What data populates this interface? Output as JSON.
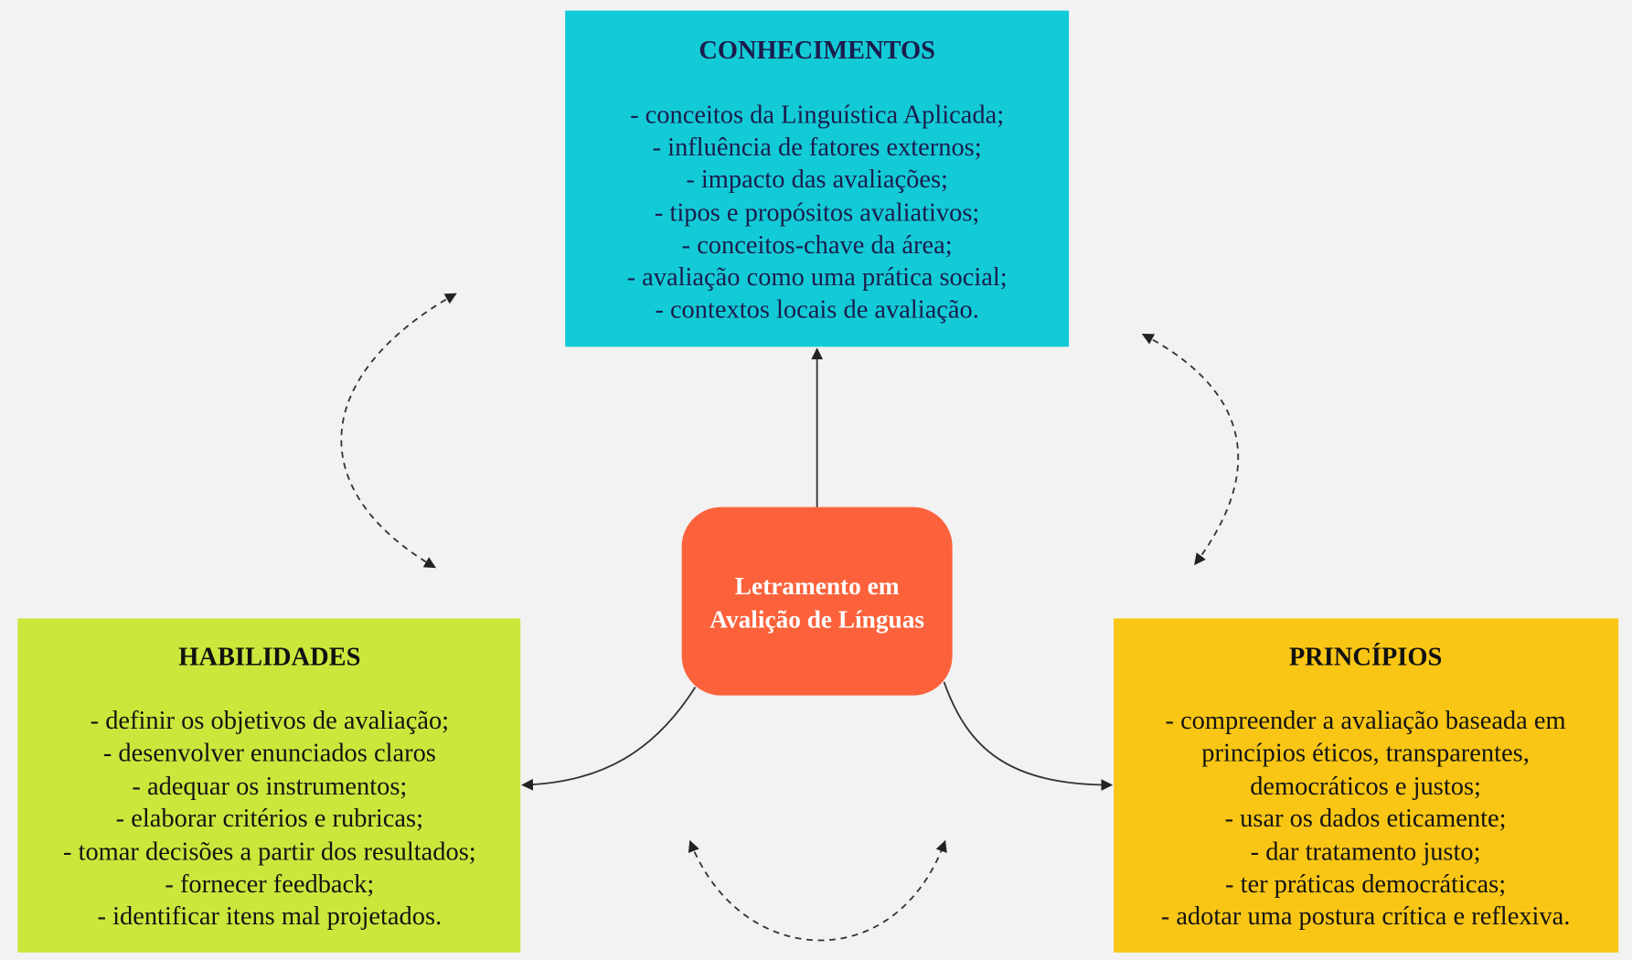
{
  "center": {
    "lines": [
      "Letramento em",
      "Avalição de Línguas"
    ]
  },
  "conhecimentos": {
    "title": "CONHECIMENTOS",
    "items": [
      "- conceitos da Linguística Aplicada;",
      "- influência de fatores externos;",
      "- impacto das avaliações;",
      "- tipos e propósitos avaliativos;",
      "- conceitos-chave da área;",
      "- avaliação como uma prática social;",
      "- contextos locais de avaliação."
    ]
  },
  "habilidades": {
    "title": "HABILIDADES",
    "items": [
      "- definir os objetivos de avaliação;",
      "- desenvolver enunciados claros",
      "- adequar os instrumentos;",
      "- elaborar critérios e rubricas;",
      "- tomar decisões a partir dos resultados;",
      "- fornecer feedback;",
      "- identificar itens mal projetados."
    ]
  },
  "principios": {
    "title": "PRINCÍPIOS",
    "items": [
      "- compreender a avaliação baseada em",
      "princípios éticos, transparentes,",
      "democráticos e justos;",
      "- usar os dados eticamente;",
      "- dar tratamento justo;",
      "- ter práticas democráticas;",
      "- adotar uma postura crítica e reflexiva."
    ]
  },
  "colors": {
    "background": "#f2f2f2",
    "conhecimentos": "#13cbd6",
    "center": "#fb623b",
    "habilidades": "#cde63c",
    "principios": "#f9c615"
  }
}
